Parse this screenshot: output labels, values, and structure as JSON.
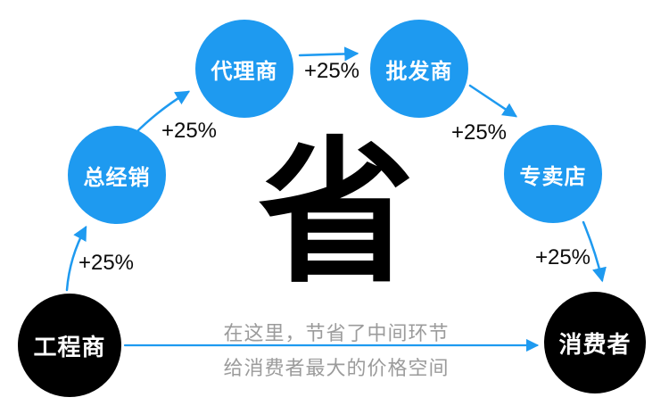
{
  "palette": {
    "blue": "#1E9AF0",
    "ink": "#000000",
    "gray": "#9B9B9B"
  },
  "center_glyph": {
    "text": "省"
  },
  "nodes": [
    {
      "id": "engineering-contractor",
      "label": "工程商",
      "color": "black"
    },
    {
      "id": "general-distributor",
      "label": "总经销",
      "color": "blue"
    },
    {
      "id": "agent",
      "label": "代理商",
      "color": "blue"
    },
    {
      "id": "wholesaler",
      "label": "批发商",
      "color": "blue"
    },
    {
      "id": "specialty-store",
      "label": "专卖店",
      "color": "blue"
    },
    {
      "id": "consumer",
      "label": "消费者",
      "color": "black"
    }
  ],
  "increments": [
    {
      "value": "+25%"
    },
    {
      "value": "+25%"
    },
    {
      "value": "+25%"
    },
    {
      "value": "+25%"
    },
    {
      "value": "+25%"
    }
  ],
  "note": {
    "line1": "在这里，节省了中间环节",
    "line2": "给消费者最大的价格空间"
  }
}
